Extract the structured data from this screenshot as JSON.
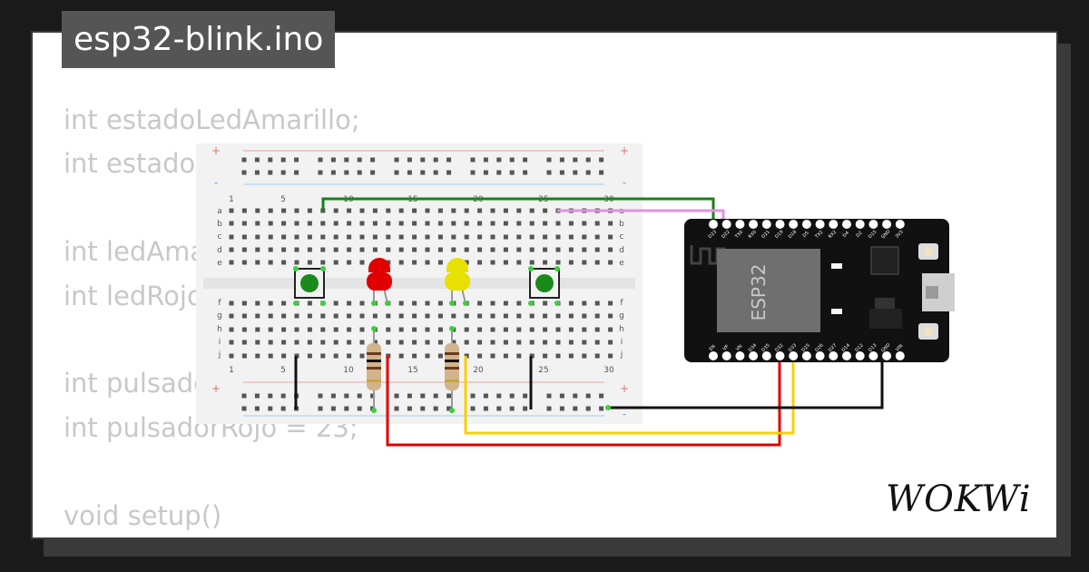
{
  "file_tab": {
    "filename": "esp32-blink.ino"
  },
  "code_lines": [
    "int estadoLedAmarillo;",
    "int estadoLedRojo;",
    "",
    "int ledAmarillo = 32;",
    "int ledRojo = 33;",
    "",
    "int pulsadorAmarillo = 22;",
    "int pulsadorRojo = 23;",
    "",
    "void setup()",
    "{"
  ],
  "breadboard": {
    "column_numbers": [
      "1",
      "5",
      "10",
      "15",
      "20",
      "25",
      "30"
    ],
    "row_letters_top": [
      "a",
      "b",
      "c",
      "d",
      "e"
    ],
    "row_letters_bottom": [
      "f",
      "g",
      "h",
      "i",
      "j"
    ],
    "rail_plus": "+",
    "rail_minus": "-"
  },
  "esp32": {
    "chip_label": "ESP32",
    "top_pins": [
      "D23",
      "D22",
      "TX0",
      "RX0",
      "D21",
      "D19",
      "D18",
      "D5",
      "TX2",
      "RX2",
      "D4",
      "D2",
      "D15",
      "GND",
      "3V3"
    ],
    "bottom_pins": [
      "EN",
      "VP",
      "VN",
      "D34",
      "D35",
      "D32",
      "D33",
      "D25",
      "D26",
      "D27",
      "D14",
      "D12",
      "D13",
      "GND",
      "VIN"
    ]
  },
  "wire_colors": {
    "green": "#1a7f1a",
    "pink": "#e58fe5",
    "red": "#e00000",
    "yellow": "#f5d000",
    "black": "#111111"
  },
  "brand": {
    "logo_text": "WOKWi"
  }
}
